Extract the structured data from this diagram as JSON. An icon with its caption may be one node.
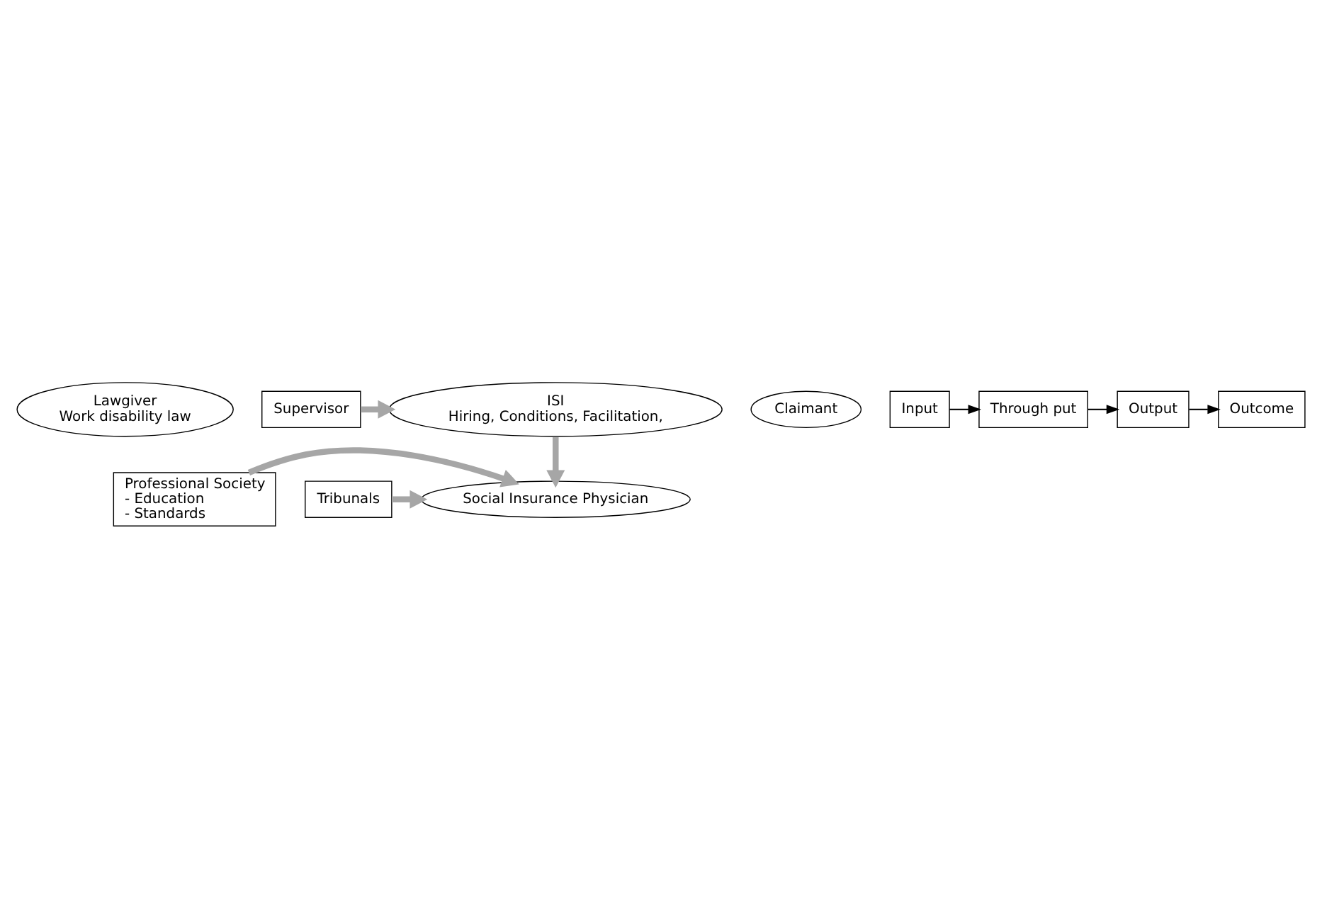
{
  "diagram": {
    "nodes": [
      {
        "text": [
          "Lawgiver",
          "Work disability law"
        ]
      },
      {
        "text": [
          "ISI",
          "Hiring, Conditions, Facilitation,"
        ]
      },
      {
        "text": [
          "Social Insurance Physician"
        ]
      },
      {
        "text": [
          "Claimant"
        ]
      },
      {
        "text": [
          "Professional Society",
          "- Education",
          "- Standards"
        ]
      },
      {
        "text": [
          "Supervisor"
        ]
      },
      {
        "text": [
          "Tribunals"
        ]
      },
      {
        "text": [
          "Input"
        ]
      },
      {
        "text": [
          "Through put"
        ]
      },
      {
        "text": [
          "Output"
        ]
      },
      {
        "text": [
          "Outcome"
        ]
      }
    ],
    "edges": [
      {
        "from": 1,
        "to": 2,
        "arrow": "to"
      },
      {
        "from": 5,
        "to": 1,
        "arrow": "to"
      },
      {
        "from": 6,
        "to": 2,
        "arrow": "to"
      },
      {
        "from": 4,
        "to": 2,
        "arrow": "to"
      },
      {
        "from": 7,
        "to": 8,
        "arrow": "to",
        "color": "#000000"
      },
      {
        "from": 8,
        "to": 9,
        "arrow": "to",
        "color": "#000000"
      },
      {
        "from": 9,
        "to": 10,
        "arrow": "to",
        "color": "#000000"
      }
    ]
  }
}
